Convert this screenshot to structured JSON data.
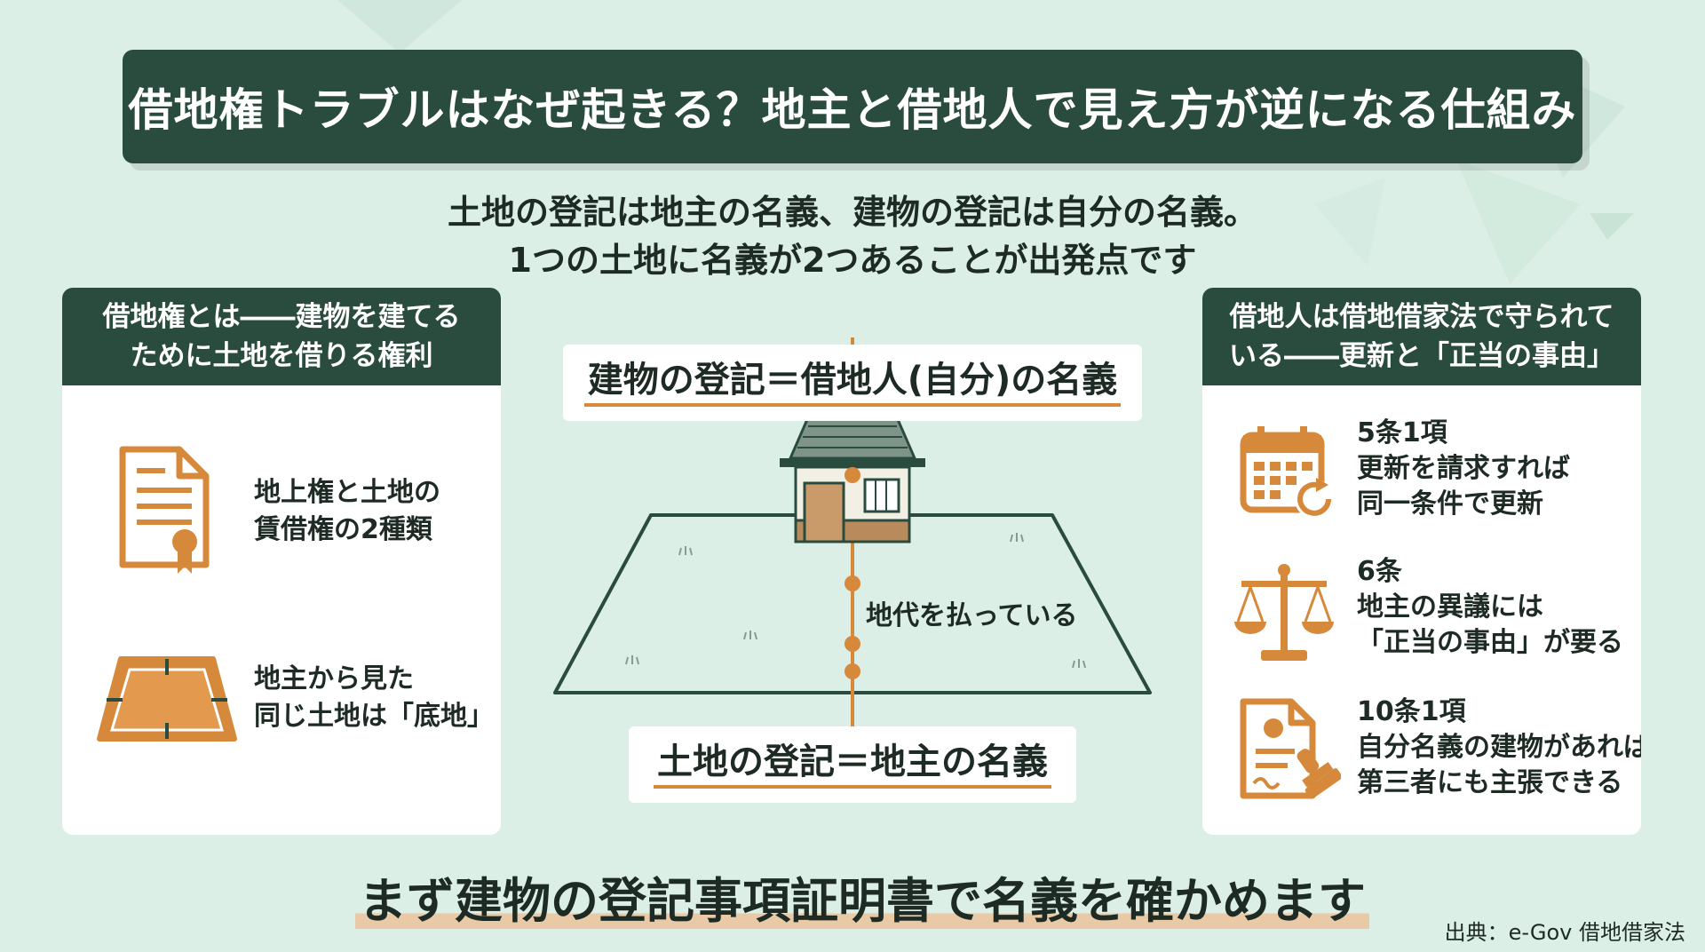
{
  "title": "借地権トラブルはなぜ起きる？地主と借地人で見え方が逆になる仕組み",
  "subtitle": {
    "line1": "土地の登記は地主の名義、建物の登記は自分の名義。",
    "line2": "1つの土地に名義が2つあることが出発点です"
  },
  "left_panel": {
    "header_line1": "借地権とは――建物を建てる",
    "header_line2": "ために土地を借りる権利",
    "items": [
      {
        "icon": "certificate-document-icon",
        "line1": "地上権と土地の",
        "line2": "賃借権の2種類"
      },
      {
        "icon": "land-plot-icon",
        "line1": "地主から見た",
        "line2": "同じ土地は「底地」"
      }
    ]
  },
  "center": {
    "building_label": "建物の登記＝借地人(自分)の名義",
    "rent_label": "地代を払っている",
    "land_label": "土地の登記＝地主の名義"
  },
  "right_panel": {
    "header_line1": "借地人は借地借家法で守られて",
    "header_line2": "いる――更新と「正当の事由」",
    "items": [
      {
        "icon": "calendar-renew-icon",
        "line1": "5条1項",
        "line2": "更新を請求すれば",
        "line3": "同一条件で更新"
      },
      {
        "icon": "scales-icon",
        "line1": "6条",
        "line2": "地主の異議には",
        "line3": "「正当の事由」が要る"
      },
      {
        "icon": "stamped-document-icon",
        "line1": "10条1項",
        "line2": "自分名義の建物があれば",
        "line3": "第三者にも主張できる"
      }
    ]
  },
  "bottom_message": "まず建物の登記事項証明書で名義を確かめます",
  "source": "出典：e-Gov 借地借家法",
  "colors": {
    "primary_green": "#2a4c3f",
    "accent_orange": "#d6893a",
    "background": "#dcefe6"
  }
}
